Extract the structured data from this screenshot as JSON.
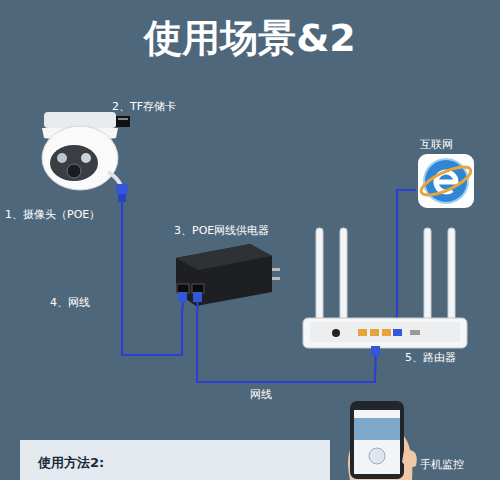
{
  "diagram": {
    "title": "使用场景&2",
    "nodes": [
      {
        "text": [
          "1、摄像头（POE）"
        ]
      },
      {
        "text": [
          "互联网"
        ]
      },
      {
        "text": [
          "3、POE网线供电器"
        ]
      },
      {
        "text": [
          "5、路由器"
        ]
      },
      {
        "text": [
          "使用方法2:"
        ]
      },
      {
        "text": [
          "手机监控"
        ]
      }
    ],
    "edges": [
      {
        "from": 0,
        "to": 2,
        "arrow": "none",
        "label": "4、网线"
      },
      {
        "from": 2,
        "to": 3,
        "arrow": "none",
        "label": "网线"
      },
      {
        "from": 3,
        "to": 1,
        "arrow": "none"
      }
    ],
    "labels": [
      "2、TF存储卡"
    ]
  }
}
